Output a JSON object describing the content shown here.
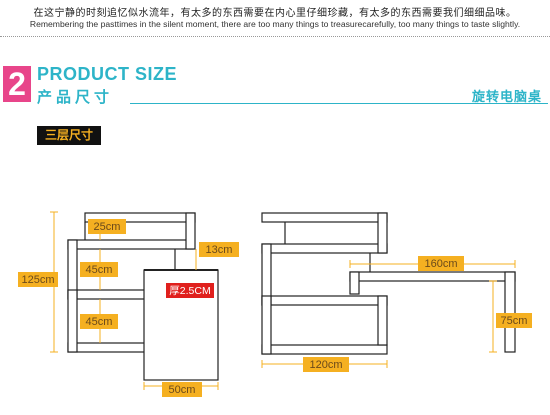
{
  "header": {
    "cn_line": "在这宁静的时刻追忆似水流年，有太多的东西需要在内心里仔细珍藏，有太多的东西需要我们细细品味。",
    "en_line": "Remembering the pasttimes in the silent moment, there are too many things to treasurecarefully, too many things to taste slightly."
  },
  "section": {
    "number": "2",
    "title_en": "PRODUCT SIZE",
    "title_cn": "产品尺寸",
    "product_name": "旋转电脑桌",
    "tag": "三层尺寸"
  },
  "dimensions": {
    "left": {
      "shelf_gap_top": "25cm",
      "shelf_gap_mid": "45cm",
      "shelf_gap_bottom": "45cm",
      "total_height": "125cm",
      "post_height": "13cm",
      "thickness": "厚2.5CM",
      "base_width": "50cm"
    },
    "right": {
      "desk_width": "160cm",
      "desk_height": "75cm",
      "base_width": "120cm"
    }
  },
  "colors": {
    "accent": "#2db4c8",
    "number_bg": "#e8458a",
    "label_bg": "#f5b021",
    "thickness_bg": "#e0201d"
  }
}
